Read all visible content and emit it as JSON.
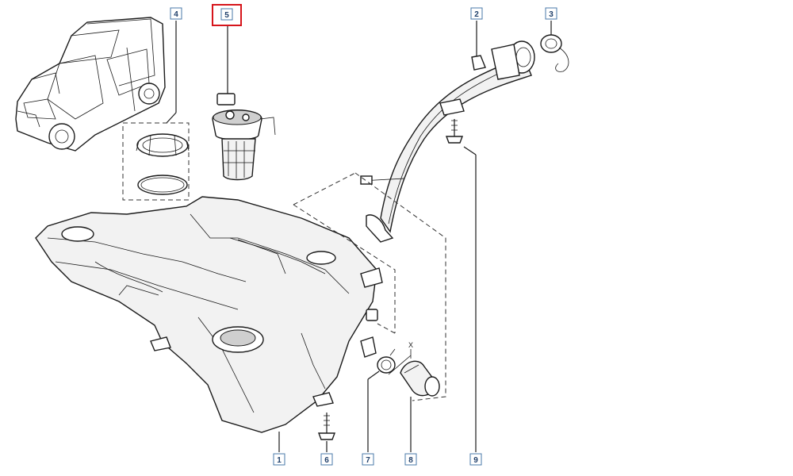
{
  "diagram": {
    "selected_callout": "5",
    "callouts": [
      {
        "id": "c4",
        "label": "4"
      },
      {
        "id": "c5",
        "label": "5"
      },
      {
        "id": "c2",
        "label": "2"
      },
      {
        "id": "c3",
        "label": "3"
      },
      {
        "id": "c1",
        "label": "1"
      },
      {
        "id": "c6",
        "label": "6"
      },
      {
        "id": "c7",
        "label": "7"
      },
      {
        "id": "c8",
        "label": "8"
      },
      {
        "id": "c9",
        "label": "9"
      }
    ],
    "dimension_mark": "X",
    "colors": {
      "callout_border": "#4a78a8",
      "callout_text": "#1f3f6a",
      "selected_border": "#d6151b"
    }
  }
}
